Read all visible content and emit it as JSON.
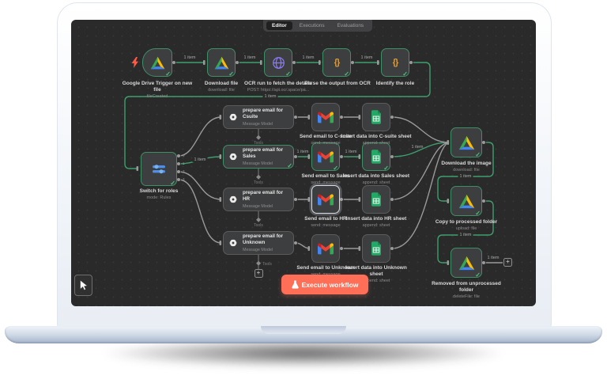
{
  "window": {
    "tabs": [
      {
        "label": "Editor",
        "active": true
      },
      {
        "label": "Executions",
        "active": false
      },
      {
        "label": "Evaluations",
        "active": false
      }
    ]
  },
  "labels": {
    "item_count": "1 item",
    "tools": "Tools"
  },
  "execute": {
    "label": "Execute workflow"
  },
  "switch_ports": [
    "0",
    "1",
    "2",
    "3"
  ],
  "nodes": {
    "trigger": {
      "title": "Google Drive Trigger on new file",
      "subtitle": "fileCreated"
    },
    "download_file": {
      "title": "Download file",
      "subtitle": "download: file"
    },
    "ocr": {
      "title": "OCR run to fetch the details",
      "subtitle": "POST: https://api.ocr.space/pa..."
    },
    "parse": {
      "title": "Parse the output from OCR"
    },
    "identify": {
      "title": "Identify the role"
    },
    "switch": {
      "title": "Switch for roles",
      "subtitle": "mode: Rules"
    },
    "ai_csuite": {
      "title": "prepare email for Csuite",
      "subtitle": "Message Model"
    },
    "ai_sales": {
      "title": "prepare email for Sales",
      "subtitle": "Message Model"
    },
    "ai_hr": {
      "title": "prepare email for HR",
      "subtitle": "Message Model"
    },
    "ai_unknown": {
      "title": "prepare email for Unknown",
      "subtitle": "Message Model"
    },
    "gmail_csuite": {
      "title": "Send email to C-suite",
      "subtitle": "send: message"
    },
    "gmail_sales": {
      "title": "Send email to Sales",
      "subtitle": "send: message"
    },
    "gmail_hr": {
      "title": "Send email to HR",
      "subtitle": "send: message"
    },
    "gmail_unknown": {
      "title": "Send email to Unknown",
      "subtitle": "send: message"
    },
    "sheet_csuite": {
      "title": "Insert data into C-suite sheet",
      "subtitle": "append: sheet"
    },
    "sheet_sales": {
      "title": "Insert data into Sales sheet",
      "subtitle": "append: sheet"
    },
    "sheet_hr": {
      "title": "Insert data into HR sheet",
      "subtitle": "append: sheet"
    },
    "sheet_unknown": {
      "title": "Insert data into Unknown sheet",
      "subtitle": "append: sheet"
    },
    "download_image": {
      "title": "Download the image",
      "subtitle": "download: file"
    },
    "copy_processed": {
      "title": "Copy to processed folder",
      "subtitle": "upload: file"
    },
    "removed_unprocessed": {
      "title": "Removed from unprocessed folder",
      "subtitle": "deleteFile: file"
    }
  },
  "colors": {
    "canvas": "#2a2a2b",
    "node_background": "#3d3e3f",
    "success_green": "#3f9e6e",
    "wire_gray": "#9a9a9a",
    "execute_button": "#ff6e56",
    "openai_white": "#efefef",
    "code_orange": "#e09b3a",
    "globe_purple": "#8d7bf5",
    "switch_blue": "#4d8fe8",
    "bolt_red": "#ff5a45"
  }
}
